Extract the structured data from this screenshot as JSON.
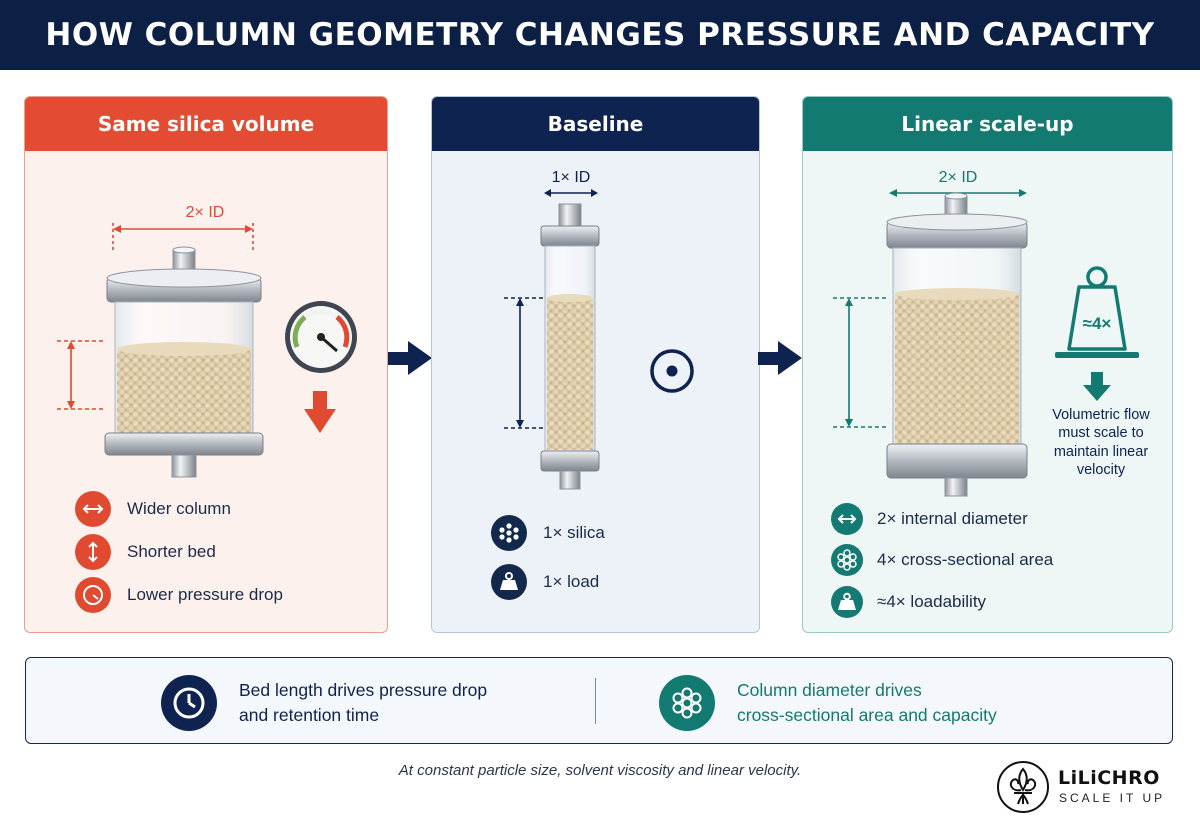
{
  "title": "HOW COLUMN GEOMETRY CHANGES PRESSURE AND CAPACITY",
  "panels": {
    "left": {
      "heading": "Same silica volume",
      "dimension": "2× ID",
      "features": [
        "Wider column",
        "Shorter bed",
        "Lower pressure drop"
      ]
    },
    "middle": {
      "heading": "Baseline",
      "dimension": "1× ID",
      "features": [
        "1× silica",
        "1× load"
      ]
    },
    "right": {
      "heading": "Linear scale-up",
      "dimension": "2× ID",
      "weight_label": "≈4×",
      "note": [
        "Volumetric flow",
        "must scale to",
        "maintain linear",
        "velocity"
      ],
      "features": [
        "2× internal diameter",
        "4× cross-sectional area",
        "≈4× loadability"
      ]
    }
  },
  "summary": {
    "left": [
      "Bed length drives pressure drop",
      "and retention time"
    ],
    "right": [
      "Column diameter drives",
      "cross-sectional area and capacity"
    ]
  },
  "footnote": "At constant particle size, solvent viscosity and linear velocity.",
  "logo": {
    "name": "LiLiCHRO",
    "tagline": "SCALE IT UP"
  },
  "colors": {
    "navy": "#0f2350",
    "red": "#e34b32",
    "teal": "#137a72",
    "silica": "#d8c6a2"
  }
}
